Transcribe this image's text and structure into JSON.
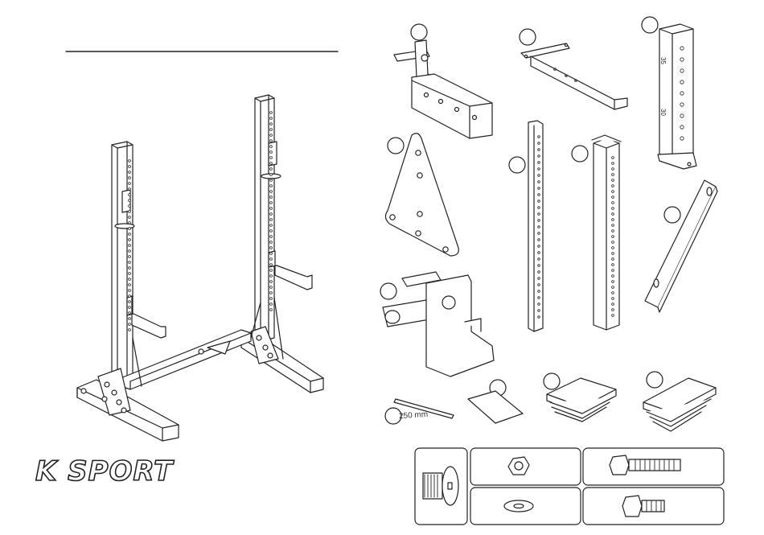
{
  "brand": {
    "logo": "K SPORT",
    "accent": "#222222"
  },
  "title_line": "",
  "parts": [
    {
      "id": "j-hook",
      "number": ""
    },
    {
      "id": "base-connector",
      "number": ""
    },
    {
      "id": "upright-base-tube",
      "number": ""
    },
    {
      "id": "triangle-plate",
      "number": ""
    },
    {
      "id": "upright-tube-a",
      "number": ""
    },
    {
      "id": "upright-tube-b",
      "number": ""
    },
    {
      "id": "diagonal-brace",
      "number": ""
    },
    {
      "id": "safety-catch",
      "number": ""
    },
    {
      "id": "length-shim",
      "number": "",
      "label": "250 mm"
    },
    {
      "id": "flat-pad",
      "number": ""
    },
    {
      "id": "square-end-cap",
      "number": ""
    },
    {
      "id": "rect-end-cap",
      "number": ""
    }
  ],
  "tube_markings": [
    "35",
    "30"
  ],
  "hardware": [
    {
      "id": "flange-screw"
    },
    {
      "id": "lock-nut"
    },
    {
      "id": "long-hex-bolt"
    },
    {
      "id": "flat-washer"
    },
    {
      "id": "short-hex-bolt"
    }
  ]
}
